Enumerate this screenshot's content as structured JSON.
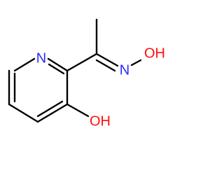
{
  "molecule": {
    "atom_labels": {
      "pyridine_nitrogen": "N",
      "oxime_nitrogen": "N",
      "oxime_hydroxyl": "OH",
      "ring_hydroxyl": "OH"
    },
    "colors": {
      "nitrogen": "#2a2aff",
      "oxygen": "#ff0d0d",
      "bond": "#000000"
    }
  }
}
